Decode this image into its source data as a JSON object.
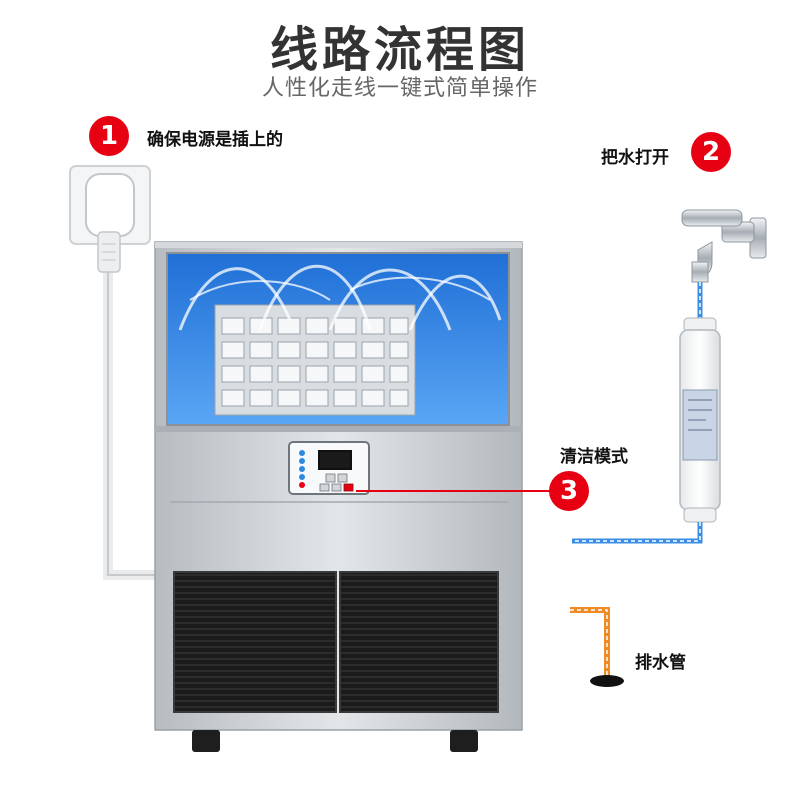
{
  "header": {
    "title": "线路流程图",
    "subtitle": "人性化走线一键式简单操作"
  },
  "steps": [
    {
      "number": "1",
      "label": "确保电源是插上的"
    },
    {
      "number": "2",
      "label": "把水打开"
    },
    {
      "number": "3",
      "label": "清洁模式"
    }
  ],
  "drain": {
    "label": "排水管"
  },
  "colors": {
    "accent": "#e60012",
    "water_line": "#3a8ee6",
    "drain_pipe": "#f08a24",
    "body_steel": "#c9cdd1"
  }
}
